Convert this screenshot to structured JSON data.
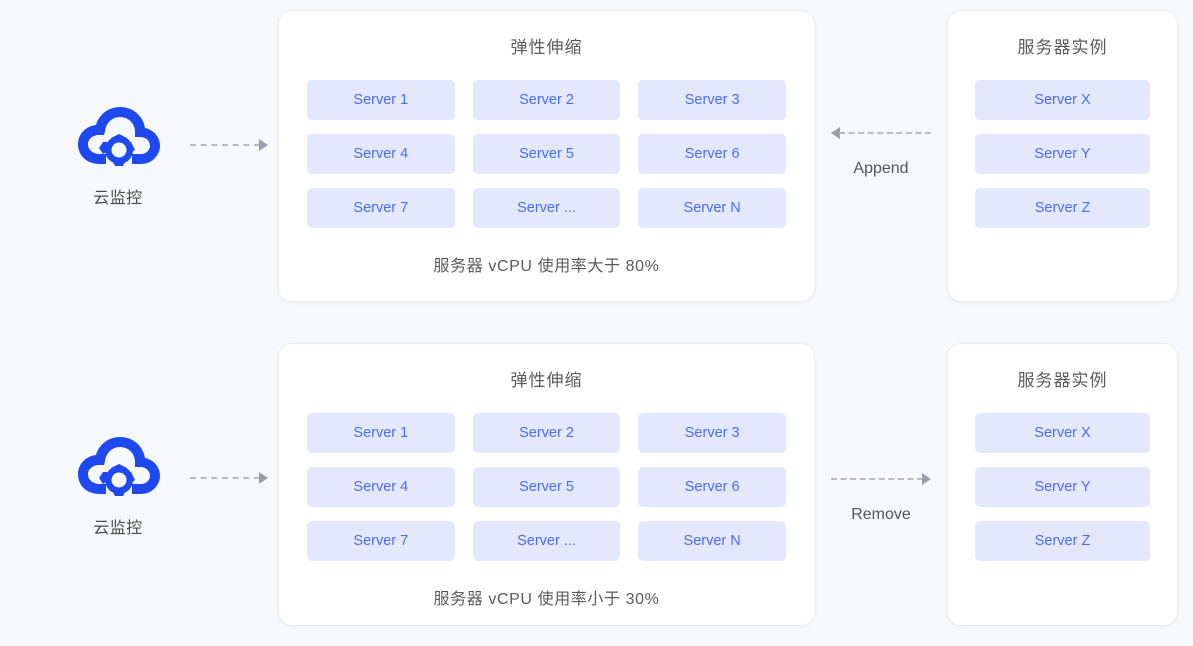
{
  "colors": {
    "page_background": "#f7f8fb",
    "card_background": "#ffffff",
    "card_border": "#ebedf2",
    "chip_background": "#e4e8fd",
    "chip_text": "#4a6cf7",
    "icon_blue": "#1f49f0",
    "title_text": "#5b5b5b",
    "arrow_gray": "#b9bcc4"
  },
  "sections": [
    {
      "id": "scale-out",
      "monitor": {
        "icon": "cloud-gear-icon",
        "label": "云监控"
      },
      "monitor_arrow_direction": "right",
      "scaling_card": {
        "title": "弹性伸缩",
        "servers": [
          "Server 1",
          "Server 2",
          "Server 3",
          "Server 4",
          "Server 5",
          "Server 6",
          "Server 7",
          "Server ...",
          "Server N"
        ],
        "caption": "服务器 vCPU 使用率大于 80%"
      },
      "action": {
        "label": "Append",
        "arrow_direction": "left"
      },
      "instance_card": {
        "title": "服务器实例",
        "servers": [
          "Server X",
          "Server Y",
          "Server Z"
        ]
      }
    },
    {
      "id": "scale-in",
      "monitor": {
        "icon": "cloud-gear-icon",
        "label": "云监控"
      },
      "monitor_arrow_direction": "right",
      "scaling_card": {
        "title": "弹性伸缩",
        "servers": [
          "Server 1",
          "Server 2",
          "Server 3",
          "Server 4",
          "Server 5",
          "Server 6",
          "Server 7",
          "Server ...",
          "Server N"
        ],
        "caption": "服务器 vCPU 使用率小于 30%"
      },
      "action": {
        "label": "Remove",
        "arrow_direction": "right"
      },
      "instance_card": {
        "title": "服务器实例",
        "servers": [
          "Server X",
          "Server Y",
          "Server Z"
        ]
      }
    }
  ]
}
